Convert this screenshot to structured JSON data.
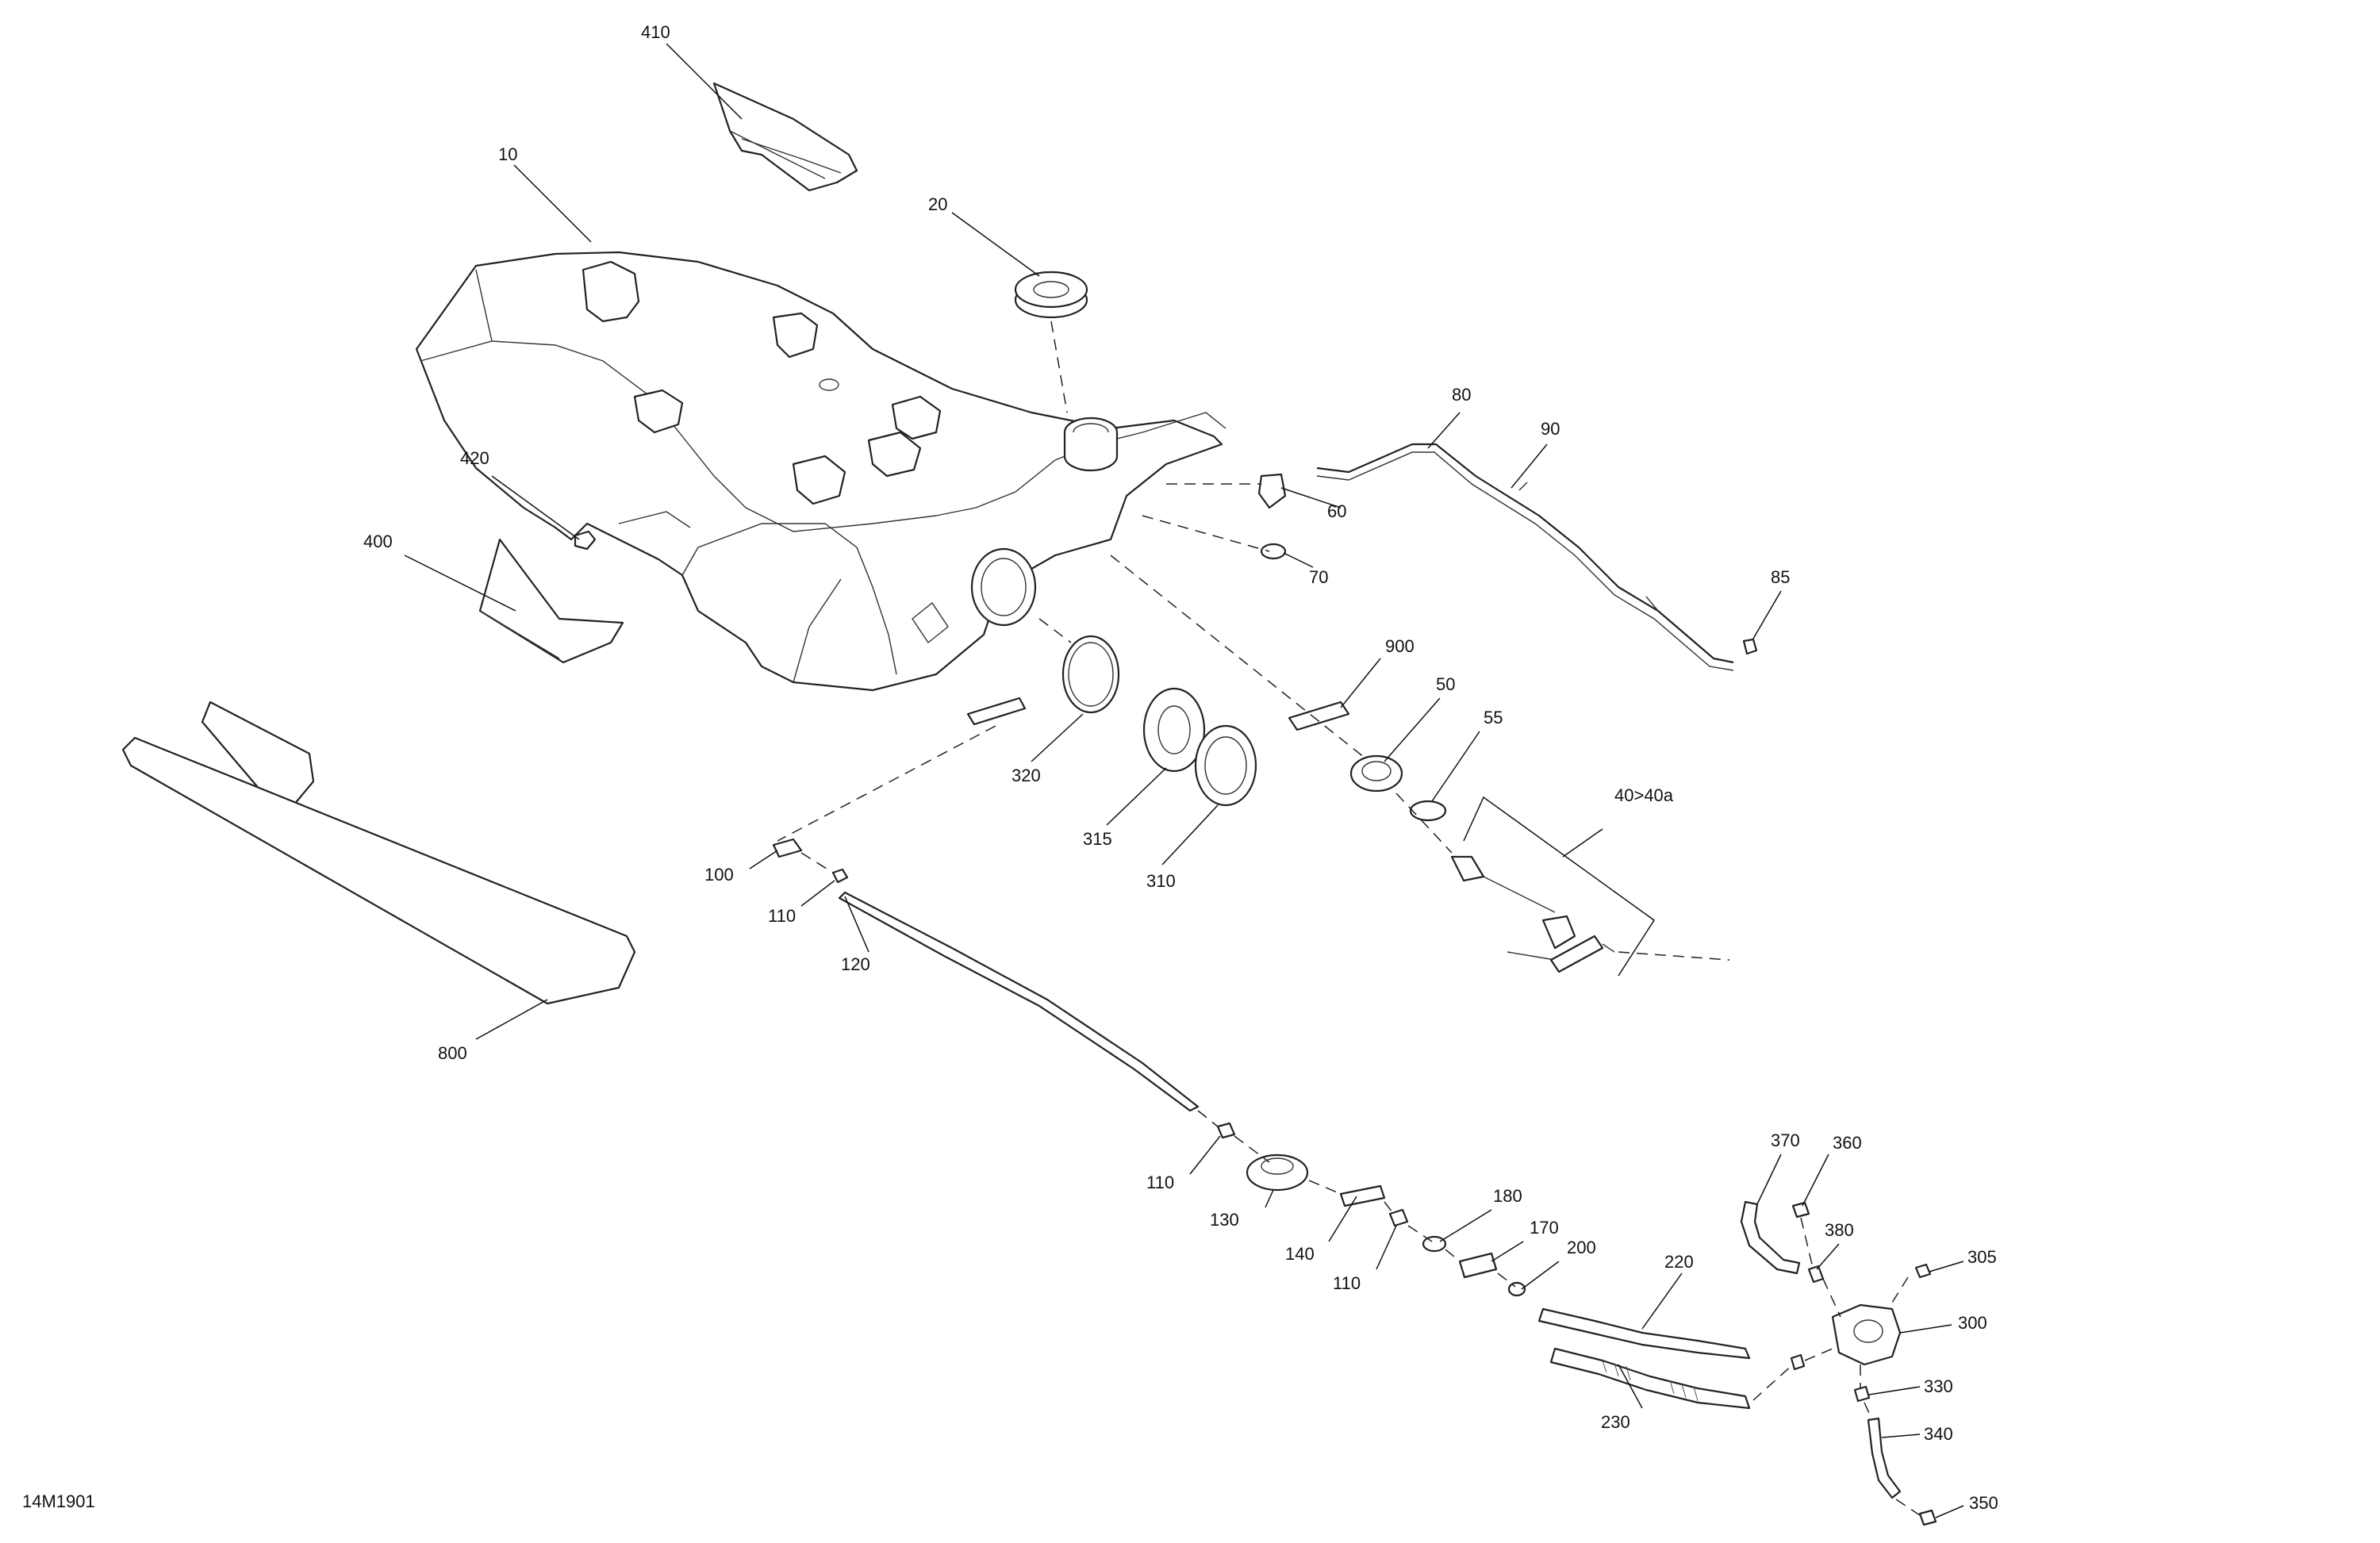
{
  "figure_id": "14M1901",
  "callouts": {
    "c410": "410",
    "c10": "10",
    "c20": "20",
    "c80": "80",
    "c90": "90",
    "c60": "60",
    "c70": "70",
    "c85": "85",
    "c420": "420",
    "c400": "400",
    "c900": "900",
    "c50": "50",
    "c55": "55",
    "c320": "320",
    "c315": "315",
    "c310": "310",
    "c40": "40>40a",
    "c100": "100",
    "c110a": "110",
    "c120": "120",
    "c800": "800",
    "c110b": "110",
    "c130": "130",
    "c140": "140",
    "c110c": "110",
    "c180": "180",
    "c170": "170",
    "c200": "200",
    "c220": "220",
    "c230": "230",
    "c370": "370",
    "c360": "360",
    "c380": "380",
    "c305": "305",
    "c300": "300",
    "c330": "330",
    "c340": "340",
    "c350": "350"
  }
}
